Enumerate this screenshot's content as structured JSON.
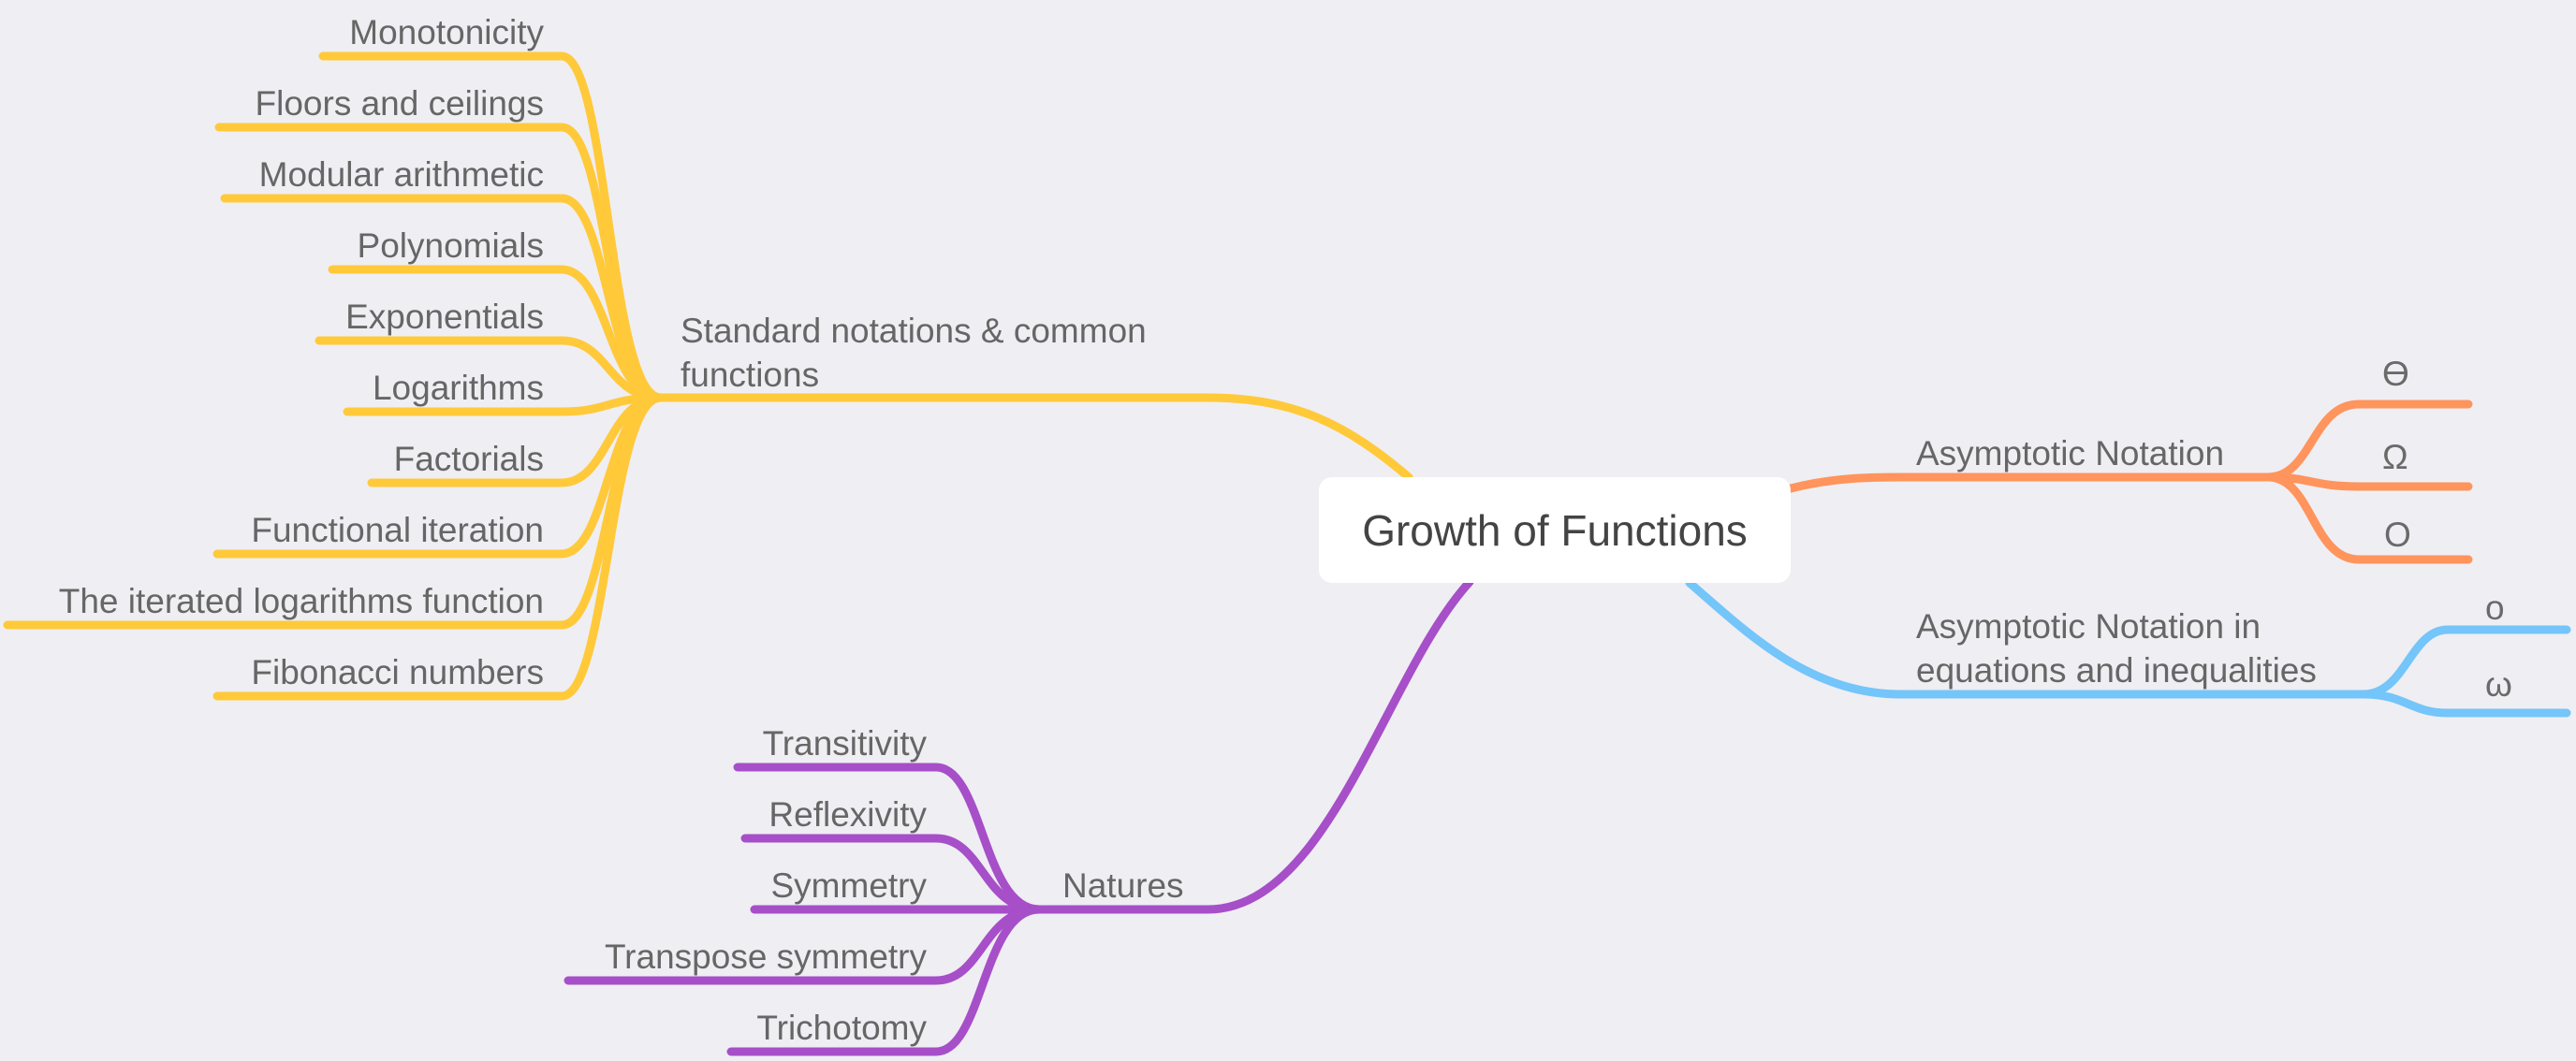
{
  "root": {
    "label": "Growth of Functions"
  },
  "colors": {
    "background": "#efeef3",
    "yellow_branch": "#ffc93a",
    "purple_branch": "#a64fc8",
    "orange_branch": "#ff945c",
    "blue_branch": "#74c5f9"
  },
  "branches": {
    "standard": {
      "label": "Standard notations & common functions",
      "children": [
        "Monotonicity",
        "Floors and ceilings",
        "Modular arithmetic",
        "Polynomials",
        "Exponentials",
        "Logarithms",
        "Factorials",
        "Functional iteration",
        "The iterated logarithms function",
        "Fibonacci numbers"
      ]
    },
    "natures": {
      "label": "Natures",
      "children": [
        "Transitivity",
        "Reflexivity",
        "Symmetry",
        "Transpose symmetry",
        "Trichotomy"
      ]
    },
    "asymptotic": {
      "label": "Asymptotic Notation",
      "children": [
        "ϴ",
        "Ω",
        "O"
      ]
    },
    "equations": {
      "label": "Asymptotic Notation in equations and inequalities",
      "children": [
        "o",
        "ω"
      ]
    }
  }
}
